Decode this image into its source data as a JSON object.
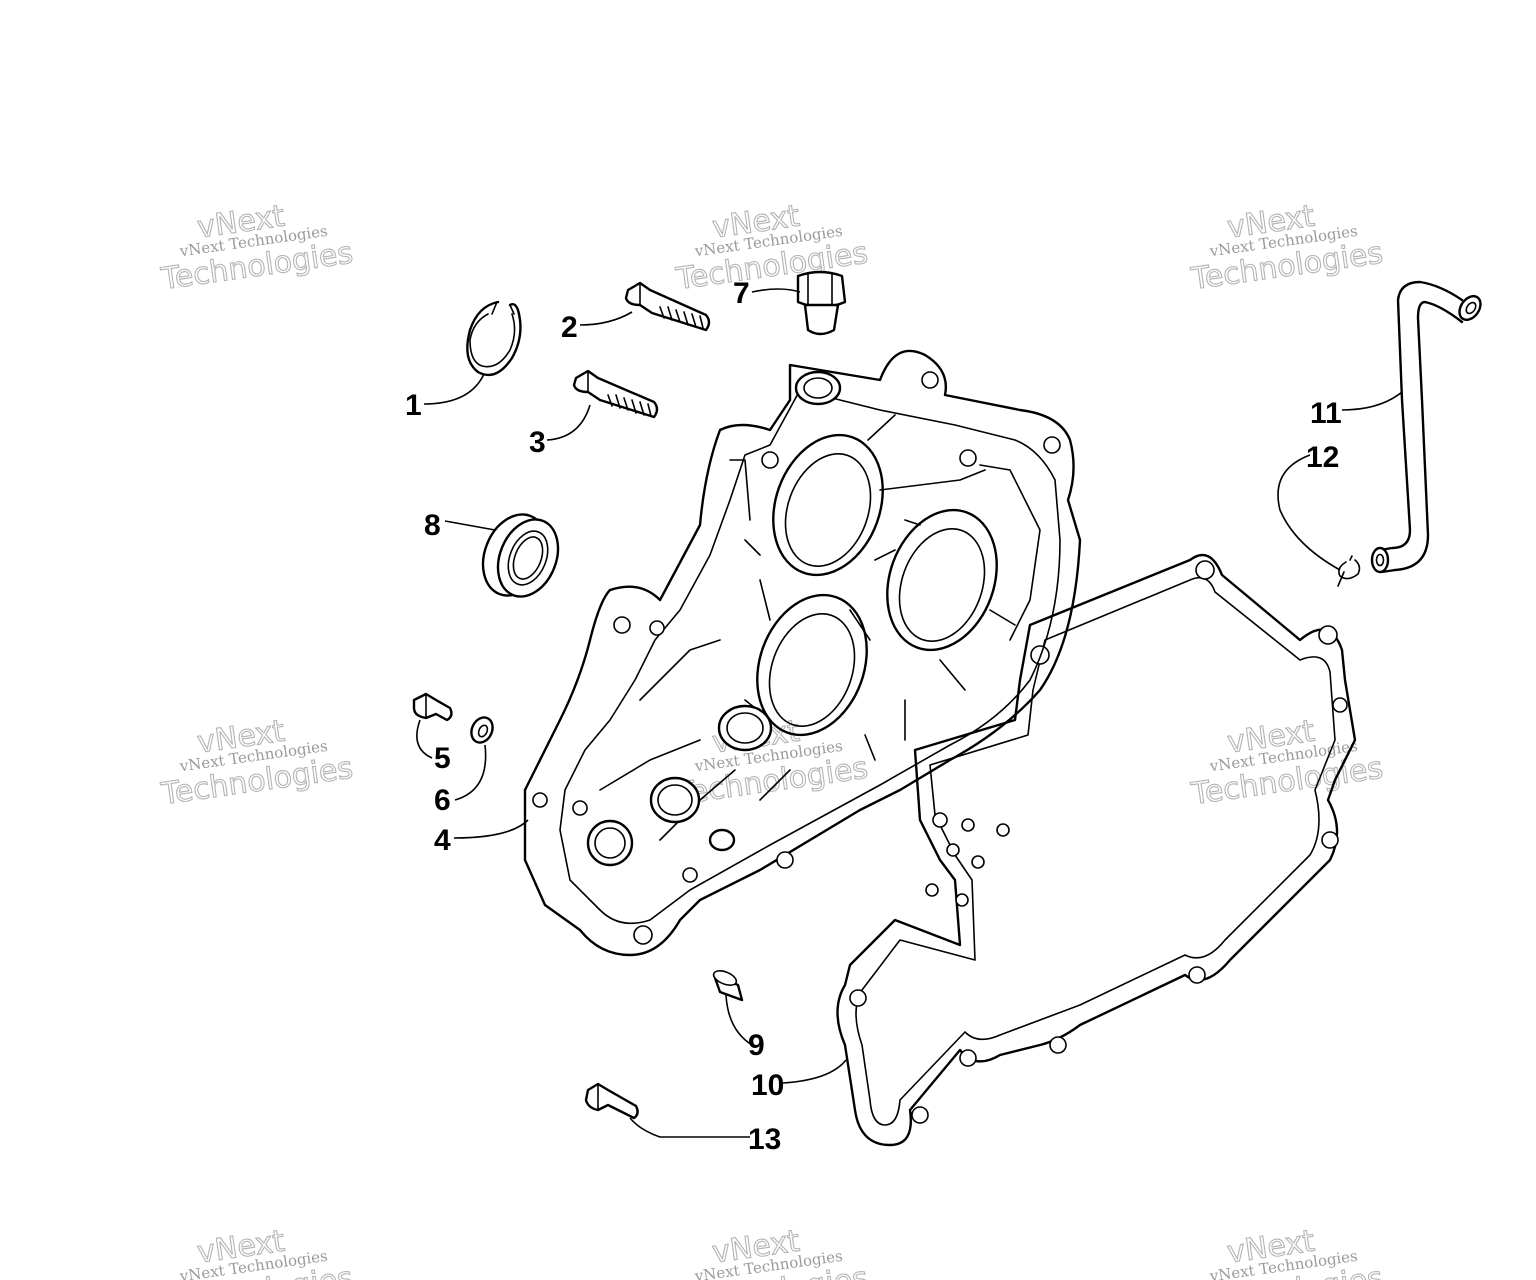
{
  "watermark": {
    "line1": "vNext",
    "line2": "vNext Technologies",
    "line3": "Technologies"
  },
  "callouts": [
    "1",
    "2",
    "3",
    "4",
    "5",
    "6",
    "7",
    "8",
    "9",
    "10",
    "11",
    "12",
    "13"
  ]
}
